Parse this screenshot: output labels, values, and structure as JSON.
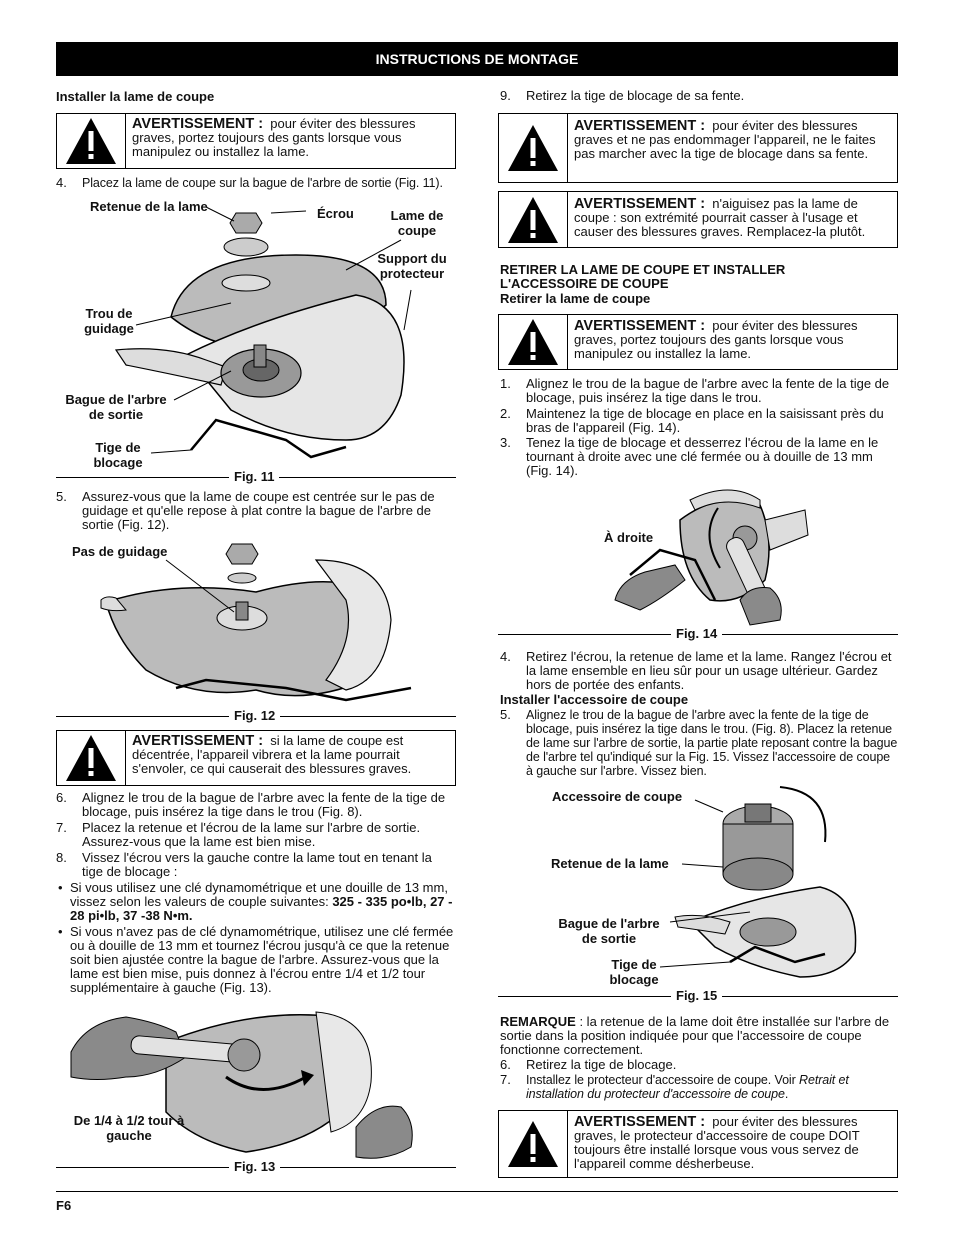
{
  "header": {
    "title": "INSTRUCTIONS DE MONTAGE"
  },
  "left": {
    "section_title": "Installer la lame de coupe",
    "warn1": {
      "head": "AVERTISSEMENT :",
      "body": "pour éviter des blessures graves, portez toujours des gants lorsque vous manipulez ou installez la lame."
    },
    "step4": {
      "num": "4.",
      "text": "Placez la lame de coupe sur la bague de l'arbre de sortie (Fig. 11)."
    },
    "fig11": {
      "caption": "Fig. 11",
      "labels": {
        "retenue": "Retenue de la lame",
        "ecrou": "Écrou",
        "lame": "Lame de coupe",
        "support": "Support du protecteur",
        "trou": "Trou de guidage",
        "bague": "Bague de l'arbre de sortie",
        "tige": "Tige de blocage"
      }
    },
    "step5": {
      "num": "5.",
      "text": "Assurez-vous que la lame de coupe est centrée sur le pas de guidage et qu'elle repose à plat contre la bague de l'arbre de sortie (Fig. 12)."
    },
    "fig12": {
      "caption": "Fig. 12",
      "labels": {
        "pas": "Pas de guidage"
      }
    },
    "warn2": {
      "head": "AVERTISSEMENT :",
      "body": "si la lame de coupe est décentrée, l'appareil vibrera et la lame pourrait s'envoler, ce qui causerait des blessures graves."
    },
    "step6": {
      "num": "6.",
      "text": "Alignez le trou de la bague de l'arbre avec la fente de la tige de blocage, puis insérez la tige dans le trou (Fig. 8)."
    },
    "step7": {
      "num": "7.",
      "text": "Placez la retenue et l'écrou de la lame sur l'arbre de sortie. Assurez-vous que la lame est bien mise."
    },
    "step8": {
      "num": "8.",
      "text": "Vissez l'écrou vers la gauche contre la lame tout en tenant la tige de blocage :"
    },
    "bullet1": {
      "sym": "•",
      "text": "Si vous utilisez une clé dynamométrique et une douille de 13 mm, vissez selon les valeurs de couple suivantes: ",
      "bold": "325 - 335 po•lb, 27 - 28 pi•lb, 37 -38 N•m."
    },
    "bullet2": {
      "sym": "•",
      "text": "Si vous n'avez pas de clé dynamométrique, utilisez une clé fermée ou à douille de 13 mm et tournez l'écrou jusqu'à ce que la retenue soit bien ajustée contre la bague de l'arbre. Assurez-vous que la lame est bien mise, puis donnez à l'écrou entre 1/4 et 1/2 tour supplémentaire à gauche (Fig. 13)."
    },
    "fig13": {
      "caption": "Fig. 13",
      "labels": {
        "tour": "De 1/4 à 1/2 tour à gauche"
      }
    }
  },
  "right": {
    "step9": {
      "num": "9.",
      "text": "Retirez la tige de blocage de sa fente."
    },
    "warn3": {
      "head": "AVERTISSEMENT :",
      "body": "pour éviter des blessures graves et ne pas endommager l'appareil, ne le faites pas marcher avec la tige de blocage dans sa fente."
    },
    "warn4": {
      "head": "AVERTISSEMENT :",
      "body": "n'aiguisez pas la lame de coupe : son extrémité pourrait casser à l'usage et causer des blessures graves. Remplacez-la plutôt."
    },
    "section2_title": "RETIRER LA LAME DE COUPE ET INSTALLER L'ACCESSOIRE DE COUPE",
    "sub1": "Retirer la lame de coupe",
    "warn5": {
      "head": "AVERTISSEMENT :",
      "body": "pour éviter des blessures graves, portez toujours des gants lorsque vous manipulez ou installez la lame."
    },
    "r1": {
      "num": "1.",
      "text": "Alignez le trou de la bague de l'arbre avec la fente de la tige de blocage, puis insérez la tige dans le trou."
    },
    "r2": {
      "num": "2.",
      "text": "Maintenez la tige de blocage en place en la saisissant près du bras de l'appareil (Fig. 14)."
    },
    "r3": {
      "num": "3.",
      "text": "Tenez la tige de blocage et desserrez l'écrou de la lame en le tournant à droite avec une clé fermée ou à douille de 13 mm (Fig. 14)."
    },
    "fig14": {
      "caption": "Fig. 14",
      "labels": {
        "droite": "À droite"
      }
    },
    "r4": {
      "num": "4.",
      "text": "Retirez l'écrou, la retenue de lame et la lame. Rangez l'écrou et la lame ensemble en lieu sûr pour un usage ultérieur. Gardez hors de portée des enfants."
    },
    "sub2": "Installer l'accessoire de coupe",
    "r5": {
      "num": "5.",
      "text": "Alignez le trou de la bague de l'arbre avec la fente de la tige de blocage, puis insérez la tige dans le trou. (Fig. 8). Placez la retenue de lame sur l'arbre de sortie, la partie plate reposant contre la bague de l'arbre tel qu'indiqué sur la Fig. 15. Vissez l'accessoire de coupe à gauche sur l'arbre. Vissez bien."
    },
    "fig15": {
      "caption": "Fig. 15",
      "labels": {
        "accessoire": "Accessoire de coupe",
        "retenue": "Retenue de la lame",
        "bague": "Bague de l'arbre de sortie",
        "tige": "Tige de blocage"
      }
    },
    "remarque": {
      "head": "REMARQUE",
      "body": " : la retenue de la lame doit être installée sur l'arbre de sortie dans la position indiquée pour que l'accessoire de coupe fonctionne correctement."
    },
    "r6": {
      "num": "6.",
      "text": "Retirez la tige de blocage."
    },
    "r7": {
      "num": "7.",
      "text": "Installez le protecteur d'accessoire de coupe. Voir ",
      "italic": "Retrait et installation du protecteur d'accessoire de coupe",
      "end": "."
    },
    "warn6": {
      "head": "AVERTISSEMENT :",
      "body": "pour éviter des blessures graves, le protecteur d'accessoire de coupe DOIT toujours être installé lorsque vous vous servez de l'appareil comme désherbeuse."
    }
  },
  "footer": {
    "page": "F6"
  }
}
